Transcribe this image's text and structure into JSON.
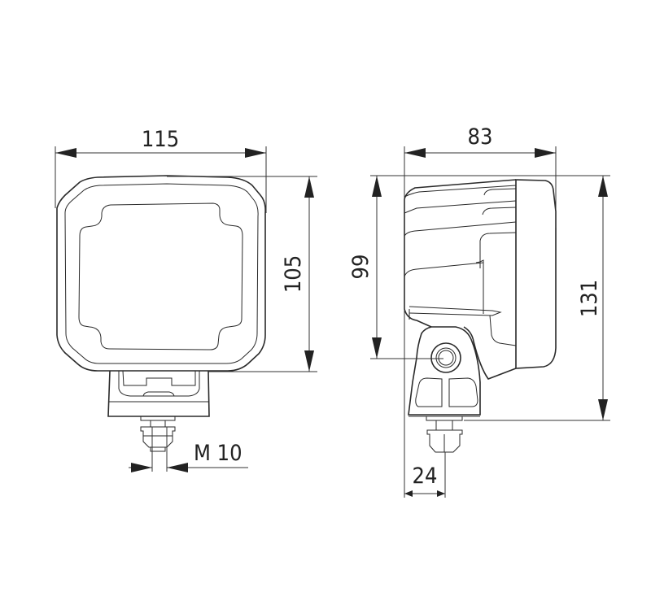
{
  "front_view": {
    "width_dim": "115",
    "height_dim": "105",
    "thread_dim": "M 10"
  },
  "side_view": {
    "depth_dim": "83",
    "pivot_height_dim": "99",
    "total_height_dim": "131",
    "bolt_offset_dim": "24"
  }
}
